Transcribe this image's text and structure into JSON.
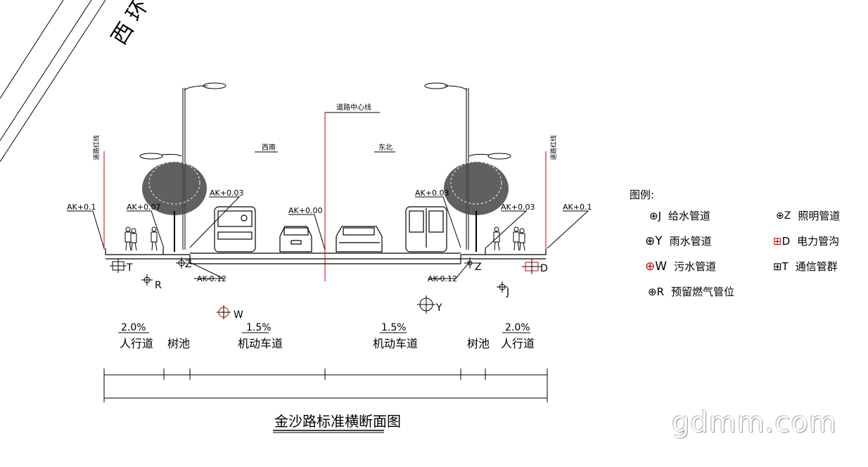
{
  "labels": {
    "west_road": "西 环",
    "centerline": "道路中心线",
    "redline": "道路红线",
    "dir_left": "西南",
    "dir_right": "东北",
    "elev_ak01": "AK+0.1",
    "elev_ak007": "AK+0.07",
    "elev_ak003": "AK+0.03",
    "elev_ak000": "AK+0.00",
    "elev_akm012": "AK-0.12",
    "slope_20": "2.0%",
    "slope_15": "1.5%",
    "sidewalk": "人行道",
    "tree_pit": "树池",
    "motorway": "机动车道",
    "title": "金沙路标准横断面图",
    "watermark": "gdmm.com"
  },
  "pipes": {
    "T": "T",
    "R": "R",
    "W": "W",
    "Z": "Z",
    "Y": "Y",
    "J": "J",
    "D": "D"
  },
  "legend": {
    "title": "图例:",
    "items": [
      {
        "code": "J",
        "label": "给水管道"
      },
      {
        "code": "Y",
        "label": "雨水管道"
      },
      {
        "code": "W",
        "label": "污水管道"
      },
      {
        "code": "R",
        "label": "预留燃气管位"
      },
      {
        "code": "Z",
        "label": "照明管道"
      },
      {
        "code": "D",
        "label": "电力管沟"
      },
      {
        "code": "T",
        "label": "通信管群"
      }
    ]
  },
  "colors": {
    "red": "#cc0000",
    "line": "#000000",
    "tree": "#333333"
  }
}
